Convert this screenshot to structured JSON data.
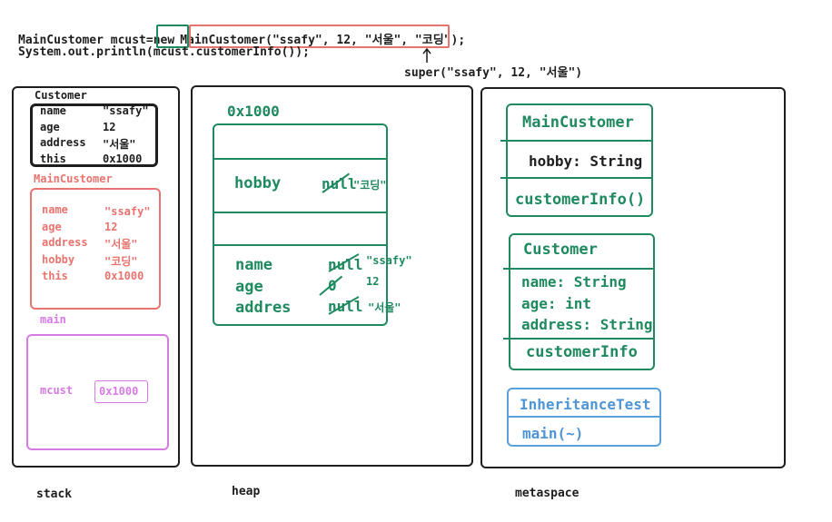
{
  "code": {
    "line1_prefix": "MainCustomer mcust=",
    "new_keyword": "new",
    "constructor_call": "MainCustomer(\"ssafy\", 12, \"서울\", \"코딩\");",
    "line2": "System.out.println(mcust.customerInfo());",
    "super_call": "super(\"ssafy\", 12, \"서울\")"
  },
  "stack": {
    "label": "stack",
    "customer_frame": {
      "title": "Customer",
      "rows": [
        {
          "name": "name",
          "value": "\"ssafy\""
        },
        {
          "name": "age",
          "value": "12"
        },
        {
          "name": "address",
          "value": "\"서울\""
        },
        {
          "name": "this",
          "value": "0x1000"
        }
      ]
    },
    "maincustomer_frame": {
      "title": "MainCustomer",
      "rows": [
        {
          "name": "name",
          "value": "\"ssafy\""
        },
        {
          "name": "age",
          "value": "12"
        },
        {
          "name": "address",
          "value": "\"서울\""
        },
        {
          "name": "hobby",
          "value": "\"코딩\""
        },
        {
          "name": "this",
          "value": "0x1000"
        }
      ]
    },
    "main_frame": {
      "title": "main",
      "var_name": "mcust",
      "var_value": "0x1000"
    }
  },
  "heap": {
    "label": "heap",
    "address": "0x1000",
    "hobby": {
      "field": "hobby",
      "old": "null",
      "new": "\"코딩\""
    },
    "fields": [
      {
        "field": "name",
        "old": "null",
        "new": "\"ssafy\""
      },
      {
        "field": "age",
        "old": "0",
        "new": "12"
      },
      {
        "field": "addres",
        "old": "null",
        "new": "\"서울\""
      }
    ]
  },
  "metaspace": {
    "label": "metaspace",
    "main_customer": {
      "name": "MainCustomer",
      "fields": [
        "hobby: String"
      ],
      "methods": [
        "customerInfo()"
      ]
    },
    "customer": {
      "name": "Customer",
      "fields": [
        "name: String",
        "age: int",
        "address: String"
      ],
      "methods": [
        "customerInfo"
      ]
    },
    "inheritance_test": {
      "name": "InheritanceTest",
      "methods": [
        "main(~)"
      ]
    }
  },
  "colors": {
    "black": "#1e1e1e",
    "red": "#e8736f",
    "green": "#1f8a5f",
    "pink": "#d77ae6",
    "blue": "#5aa0dc"
  }
}
